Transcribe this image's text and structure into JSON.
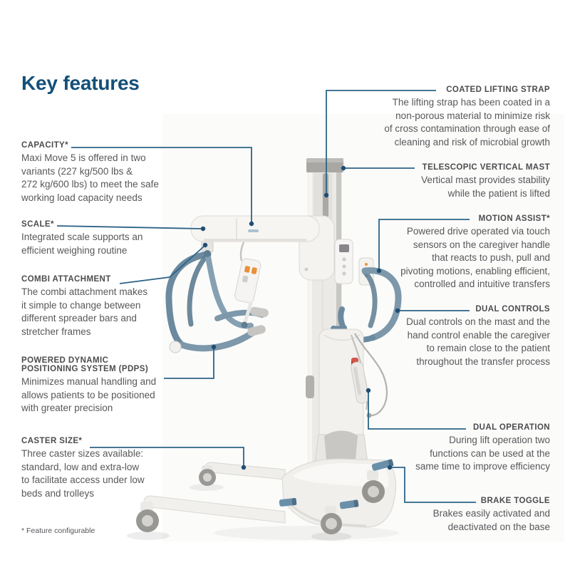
{
  "page": {
    "title": "Key features",
    "footnote": "* Feature configurable"
  },
  "colors": {
    "accent_title": "#134f79",
    "feature_heading": "#4b4c4e",
    "feature_body": "#57585a",
    "callout_line": "#2e6386",
    "callout_dot": "#1f4e74",
    "product_tube_blue": "#7d98aa",
    "brake_pedal_blue": "#6a8fa9",
    "emergency_stop_red": "#c23b30"
  },
  "features": {
    "left": [
      {
        "id": "capacity",
        "label": "CAPACITY*",
        "body": [
          "Maxi Move 5 is offered in two",
          "variants (227 kg/500 lbs &",
          "272 kg/600 lbs) to meet the safe",
          "working load capacity needs"
        ]
      },
      {
        "id": "scale",
        "label": "SCALE*",
        "body": [
          "Integrated scale supports an",
          "efficient weighing routine"
        ]
      },
      {
        "id": "combi-attachment",
        "label": "COMBI ATTACHMENT",
        "body": [
          "The combi attachment makes",
          "it simple to change between",
          "different spreader bars and",
          "stretcher frames"
        ]
      },
      {
        "id": "pdps",
        "label": [
          "POWERED DYNAMIC",
          "POSITIONING SYSTEM (PDPS)"
        ],
        "body": [
          "Minimizes manual handling and",
          "allows patients to be positioned",
          "with greater precision"
        ]
      },
      {
        "id": "caster-size",
        "label": "CASTER SIZE*",
        "body": [
          "Three caster sizes available:",
          "standard, low and extra-low",
          "to facilitate access under low",
          "beds and trolleys"
        ]
      }
    ],
    "right": [
      {
        "id": "coated-lifting-strap",
        "label": "COATED LIFTING STRAP",
        "body": [
          "The lifting strap has been coated in a",
          "non-porous material to minimize risk",
          "of cross contamination through ease of",
          "cleaning and risk of microbial growth"
        ]
      },
      {
        "id": "telescopic-vertical-mast",
        "label": "TELESCOPIC VERTICAL MAST",
        "body": [
          "Vertical mast provides stability",
          "while the patient is lifted"
        ]
      },
      {
        "id": "motion-assist",
        "label": "MOTION ASSIST*",
        "body": [
          "Powered drive operated via touch",
          "sensors on the caregiver handle",
          "that reacts to push, pull and",
          "pivoting motions, enabling efficient,",
          "controlled and intuitive transfers"
        ]
      },
      {
        "id": "dual-controls",
        "label": "DUAL CONTROLS",
        "body": [
          "Dual controls on the mast and the",
          "hand control enable the caregiver",
          "to remain close to the patient",
          "throughout the transfer process"
        ]
      },
      {
        "id": "dual-operation",
        "label": "DUAL OPERATION",
        "body": [
          "During lift operation two",
          "functions can be used at the",
          "same time to improve efficiency"
        ]
      },
      {
        "id": "brake-toggle",
        "label": "BRAKE TOGGLE",
        "body": [
          "Brakes easily activated and",
          "deactivated on the base"
        ]
      }
    ]
  }
}
